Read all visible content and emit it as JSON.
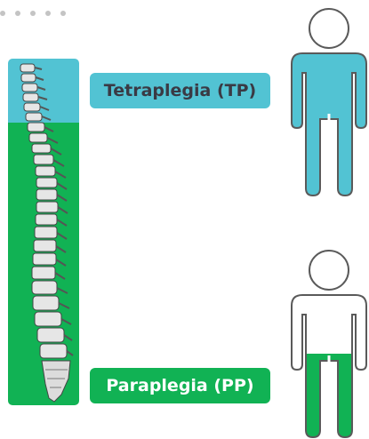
{
  "labels": {
    "tetraplegia": "Tetraplegia (TP)",
    "paraplegia": "Paraplegia (PP)"
  },
  "colors": {
    "tetraplegia": "#52c3d3",
    "paraplegia": "#11b254",
    "tetraplegia_text": "#3a3a44",
    "paraplegia_text": "#ffffff",
    "outline": "#5a5a5a",
    "pagination_dot": "#c4c4c4"
  },
  "icons": {
    "spine": "spine-illustration",
    "tetraplegia_figure": "person-icon-full-body-affected",
    "paraplegia_figure": "person-icon-legs-affected"
  },
  "pagination_dots": 5
}
